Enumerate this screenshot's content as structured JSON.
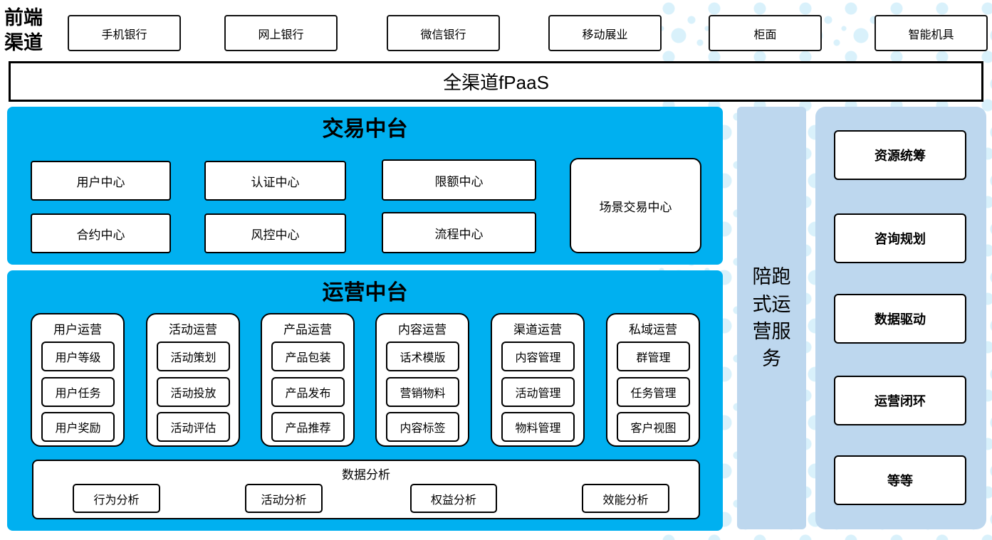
{
  "colors": {
    "primary_blue": "#00b0f0",
    "light_blue": "#bdd7ee",
    "dot_color": "#d9f1fb"
  },
  "front_channels": {
    "label": "前端渠道",
    "items": [
      "手机银行",
      "网上银行",
      "微信银行",
      "移动展业",
      "柜面",
      "智能机具"
    ]
  },
  "fpaas_bar": {
    "label": "全渠道fPaaS"
  },
  "trade_platform": {
    "title": "交易中台",
    "centers": [
      "用户中心",
      "认证中心",
      "限额中心",
      "合约中心",
      "风控中心",
      "流程中心"
    ],
    "scene_center": "场景交易中心"
  },
  "operation_platform": {
    "title": "运营中台",
    "groups": [
      {
        "title": "用户运营",
        "items": [
          "用户等级",
          "用户任务",
          "用户奖励"
        ]
      },
      {
        "title": "活动运营",
        "items": [
          "活动策划",
          "活动投放",
          "活动评估"
        ]
      },
      {
        "title": "产品运营",
        "items": [
          "产品包装",
          "产品发布",
          "产品推荐"
        ]
      },
      {
        "title": "内容运营",
        "items": [
          "话术模版",
          "营销物料",
          "内容标签"
        ]
      },
      {
        "title": "渠道运营",
        "items": [
          "内容管理",
          "活动管理",
          "物料管理"
        ]
      },
      {
        "title": "私域运营",
        "items": [
          "群管理",
          "任务管理",
          "客户视图"
        ]
      }
    ],
    "data_analysis": {
      "title": "数据分析",
      "items": [
        "行为分析",
        "活动分析",
        "权益分析",
        "效能分析"
      ]
    }
  },
  "companion_bar": {
    "label": "陪跑式运营服务"
  },
  "service_rail": {
    "items": [
      "资源统筹",
      "咨询规划",
      "数据驱动",
      "运营闭环",
      "等等"
    ]
  }
}
